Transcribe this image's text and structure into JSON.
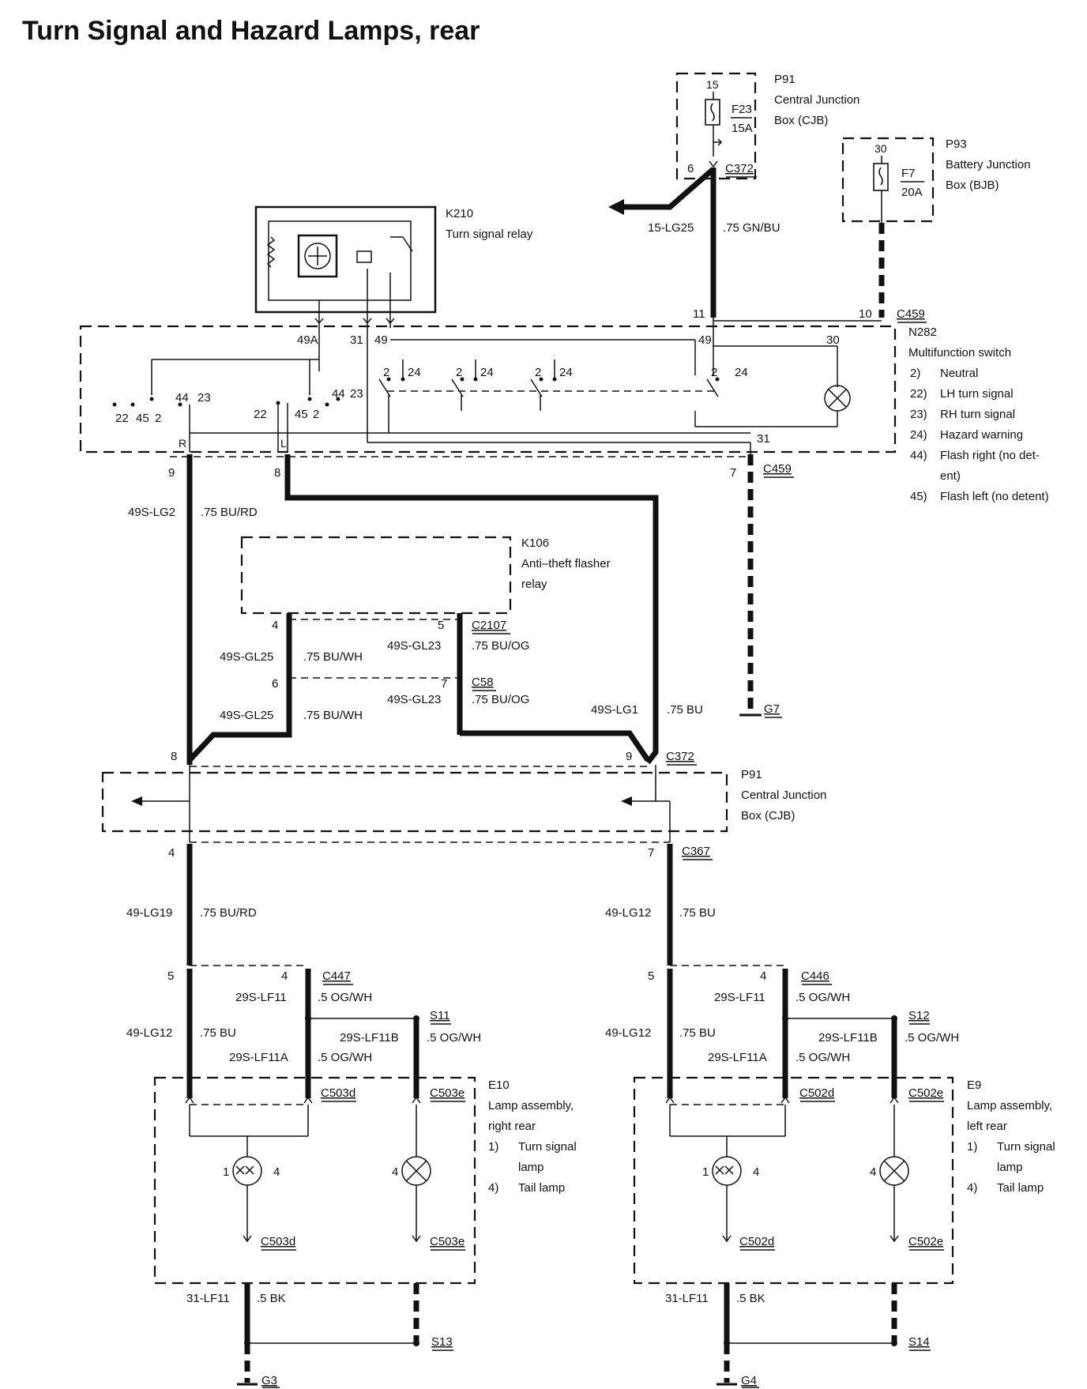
{
  "title": "Turn Signal and Hazard Lamps, rear",
  "components": {
    "p91_top": {
      "id": "P91",
      "line1": "Central Junction",
      "line2": "Box (CJB)",
      "pin": "15",
      "fuse": "F23",
      "rating": "15A"
    },
    "p93": {
      "id": "P93",
      "line1": "Battery Junction",
      "line2": "Box (BJB)",
      "pin": "30",
      "fuse": "F7",
      "rating": "20A"
    },
    "k210": {
      "id": "K210",
      "desc": "Turn signal relay"
    },
    "n282": {
      "id": "N282",
      "desc": "Multifunction switch",
      "legend": [
        {
          "num": "2)",
          "text": "Neutral"
        },
        {
          "num": "22)",
          "text": "LH turn signal"
        },
        {
          "num": "23)",
          "text": "RH turn signal"
        },
        {
          "num": "24)",
          "text": "Hazard warning"
        },
        {
          "num": "44)",
          "text": "Flash right (no det-"
        },
        {
          "num": "",
          "text": "ent)"
        },
        {
          "num": "45)",
          "text": "Flash left (no detent)"
        }
      ]
    },
    "k106": {
      "id": "K106",
      "line1": "Anti–theft flasher",
      "line2": "relay"
    },
    "p91_mid": {
      "id": "P91",
      "line1": "Central Junction",
      "line2": "Box (CJB)"
    },
    "e10": {
      "id": "E10",
      "line1": "Lamp assembly,",
      "line2": "right rear",
      "legend": [
        {
          "num": "1)",
          "text": "Turn signal"
        },
        {
          "num": "",
          "text": "lamp"
        },
        {
          "num": "4)",
          "text": "Tail lamp"
        }
      ]
    },
    "e9": {
      "id": "E9",
      "line1": "Lamp assembly,",
      "line2": "left rear",
      "legend": [
        {
          "num": "1)",
          "text": "Turn signal"
        },
        {
          "num": "",
          "text": "lamp"
        },
        {
          "num": "4)",
          "text": "Tail lamp"
        }
      ]
    }
  },
  "connectors": {
    "c372_top": "C372",
    "c459_top": "C459",
    "c459_bot": "C459",
    "c2107": "C2107",
    "c58": "C58",
    "c372_mid": "C372",
    "c367": "C367",
    "c447": "C447",
    "c446": "C446",
    "c503d": "C503d",
    "c503e": "C503e",
    "c502d": "C502d",
    "c502e": "C502e",
    "s11": "S11",
    "s12": "S12",
    "s13": "S13",
    "s14": "S14",
    "g7": "G7",
    "g3": "G3",
    "g4": "G4"
  },
  "pins": {
    "p6": "6",
    "p11": "11",
    "p10": "10",
    "p49": "49",
    "p30": "30",
    "p49a": "49A",
    "p31": "31",
    "p49b": "49",
    "p9": "9",
    "p8": "8",
    "p7": "7",
    "p31b": "31",
    "k106_4": "4",
    "k106_5": "5",
    "c58_6": "6",
    "c58_7": "7",
    "cjb_8": "8",
    "cjb_9": "9",
    "cjb_4": "4",
    "cjb_7": "7",
    "r5": "5",
    "r4": "4",
    "l5": "5",
    "l4": "4",
    "lamp_1": "1",
    "lamp_4": "4",
    "tail_4": "4",
    "R": "R",
    "L": "L"
  },
  "switch_labels": {
    "s2": "2",
    "s24": "24",
    "s22": "22",
    "s45": "45",
    "s44": "44",
    "s23": "23"
  },
  "wires": {
    "w15lg25": "15-LG25",
    "w15lg25c": ".75 GN/BU",
    "w49slg2": "49S-LG2",
    "w49slg2c": ".75 BU/RD",
    "w49sgl25a": "49S-GL25",
    "w49sgl25ac": ".75 BU/WH",
    "w49sgl23a": "49S-GL23",
    "w49sgl23ac": ".75 BU/OG",
    "w49sgl25b": "49S-GL25",
    "w49sgl25bc": ".75 BU/WH",
    "w49sgl23b": "49S-GL23",
    "w49sgl23bc": ".75 BU/OG",
    "w49slg1": "49S-LG1",
    "w49slg1c": ".75 BU",
    "w49lg19": "49-LG19",
    "w49lg19c": ".75 BU/RD",
    "w49lg12a": "49-LG12",
    "w49lg12ac": ".75 BU",
    "w49lg12b": "49-LG12",
    "w49lg12bc": ".75 BU",
    "w49lg12c": "49-LG12",
    "w49lg12cc": ".75 BU",
    "w29slf11a": "29S-LF11",
    "w29slf11ac": ".5 OG/WH",
    "w29slf11b": "29S-LF11",
    "w29slf11bc": ".5 OG/WH",
    "w29slf11aa": "29S-LF11A",
    "w29slf11aac": ".5 OG/WH",
    "w29slf11ab": "29S-LF11A",
    "w29slf11abc": ".5 OG/WH",
    "w29slf11ba": "29S-LF11B",
    "w29slf11bac": ".5 OG/WH",
    "w29slf11bb": "29S-LF11B",
    "w29slf11bbc": ".5 OG/WH",
    "w31lf11a": "31-LF11",
    "w31lf11ac": ".5 BK",
    "w31lf11b": "31-LF11",
    "w31lf11bc": ".5 BK"
  }
}
